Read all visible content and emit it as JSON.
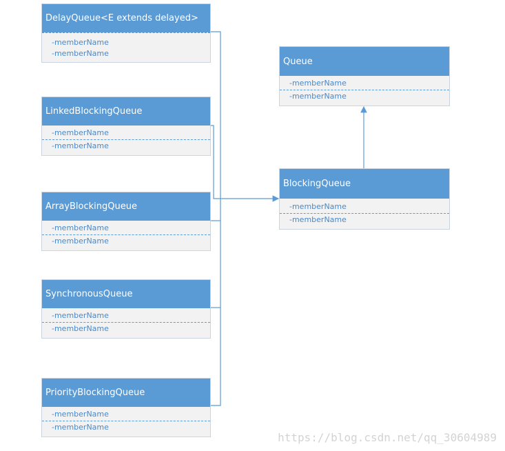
{
  "classes": [
    {
      "name": "DelayQueue<E extends delayed>",
      "members": [
        "-memberName",
        "-memberName"
      ]
    },
    {
      "name": "LinkedBlockingQueue",
      "members": [
        "-memberName",
        "-memberName"
      ]
    },
    {
      "name": "ArrayBlockingQueue",
      "members": [
        "-memberName",
        "-memberName"
      ]
    },
    {
      "name": "SynchronousQueue",
      "members": [
        "-memberName",
        "-memberName"
      ]
    },
    {
      "name": "PriorityBlockingQueue",
      "members": [
        "-memberName",
        "-memberName"
      ]
    },
    {
      "name": "Queue",
      "members": [
        "-memberName",
        "-memberName"
      ]
    },
    {
      "name": "BlockingQueue",
      "members": [
        "-memberName",
        "-memberName"
      ]
    }
  ],
  "colors": {
    "header": "#5b9bd5",
    "body": "#f2f2f2",
    "member_text": "#4a88c7",
    "connector": "#5b9bd5"
  },
  "watermark": "https://blog.csdn.net/qq_30604989"
}
